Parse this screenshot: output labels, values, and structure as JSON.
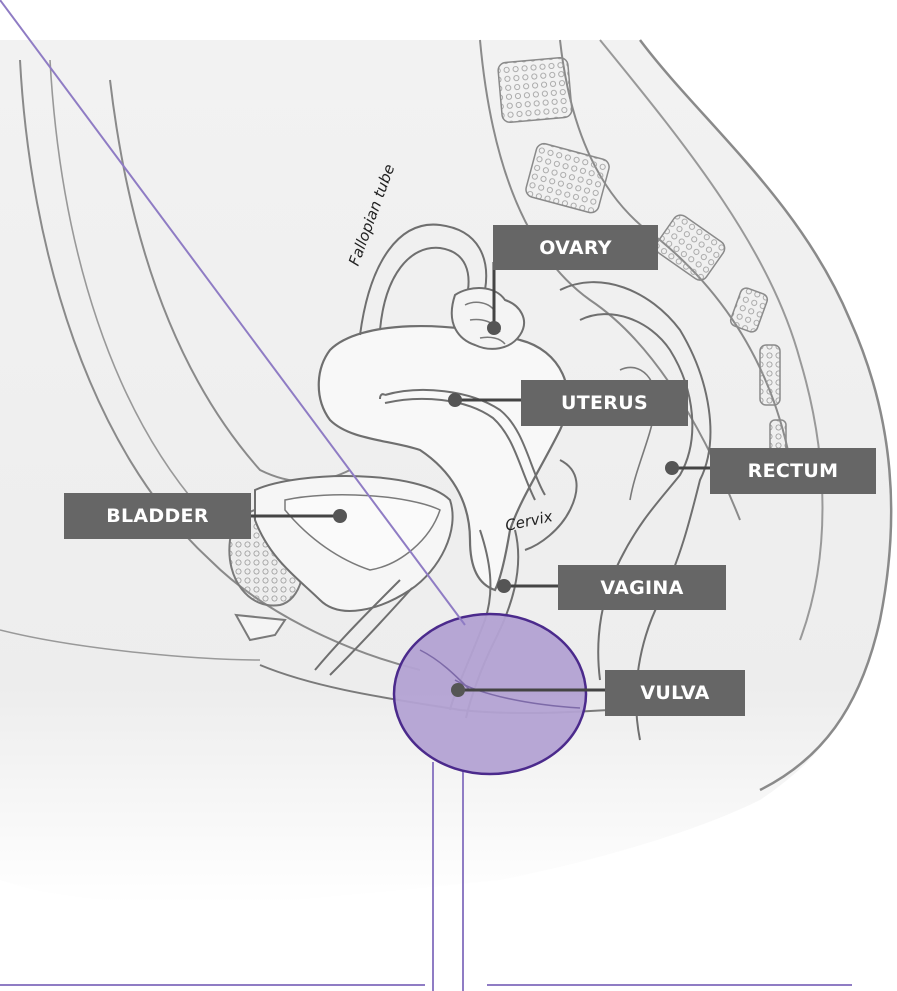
{
  "labels": {
    "ovary": "OVARY",
    "uterus": "UTERUS",
    "rectum": "RECTUM",
    "bladder": "BLADDER",
    "vagina": "VAGINA",
    "vulva": "VULVA"
  },
  "annotations": {
    "fallopian_tube": "Fallopian tube",
    "cervix": "Cervix"
  },
  "colors": {
    "label_bg": "#666666",
    "label_text": "#ffffff",
    "highlight_fill": "#b3a2d3",
    "highlight_stroke": "#4b2a8c",
    "accent_line": "#8f7cc4",
    "outline": "#7a7a7a",
    "body_fill": "#eeeeee"
  }
}
